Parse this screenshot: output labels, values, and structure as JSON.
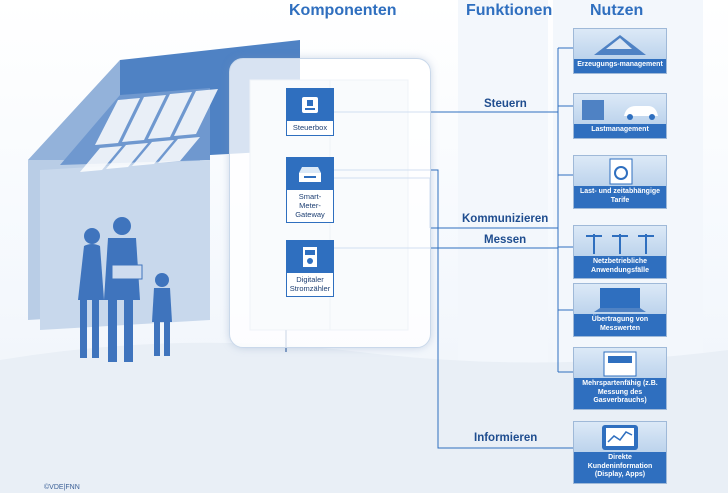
{
  "headers": {
    "komponenten": "Komponenten",
    "funktionen": "Funktionen",
    "nutzen": "Nutzen"
  },
  "functions": {
    "steuern": "Steuern",
    "kommunizieren": "Kommunizieren",
    "messen": "Messen",
    "informieren": "Informieren"
  },
  "components": [
    {
      "label": "Steuerbox",
      "icon": "control-box-icon"
    },
    {
      "label": "Smart-Meter-Gateway",
      "icon": "gateway-icon"
    },
    {
      "label": "Digitaler Stromzähler",
      "icon": "meter-icon"
    }
  ],
  "benefits": [
    {
      "label": "Erzeugungs-management",
      "icon": "solar-house-icon"
    },
    {
      "label": "Lastmanagement",
      "icon": "appliances-car-icon"
    },
    {
      "label": "Last- und zeitabhängige Tarife",
      "icon": "washing-machine-icon"
    },
    {
      "label": "Netzbetriebliche Anwendungsfälle",
      "icon": "power-grid-icon"
    },
    {
      "label": "Übertragung von Messwerten",
      "icon": "laptop-icon"
    },
    {
      "label": "Mehrspartenfähig (z.B. Messung des Gasverbrauchs)",
      "icon": "gas-meter-icon"
    },
    {
      "label": "Direkte Kundeninformation (Display, Apps)",
      "icon": "tablet-icon"
    }
  ],
  "copyright": "©VDE|FNN",
  "colors": {
    "primary": "#2f6fbf",
    "dark": "#1d3f73",
    "light": "#dce9f7"
  }
}
